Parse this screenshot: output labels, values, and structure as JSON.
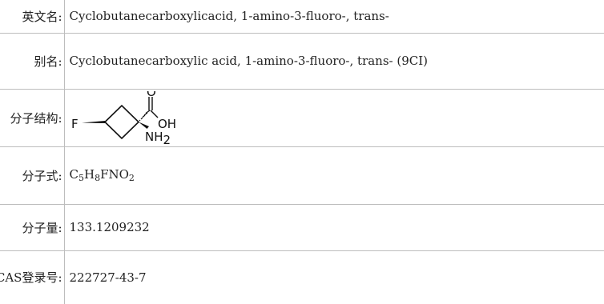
{
  "rows": {
    "english_name": {
      "label": "英文名:",
      "value": "Cyclobutanecarboxylicacid, 1-amino-3-fluoro-, trans-"
    },
    "alias": {
      "label": "别名:",
      "value": "Cyclobutanecarboxylic acid, 1-amino-3-fluoro-, trans- (9CI)"
    },
    "structure": {
      "label": "分子结构:",
      "atoms": {
        "fluorine": "F",
        "oxygen": "O",
        "hydroxyl": "OH",
        "amine": "NH",
        "amine_sub": "2"
      }
    },
    "formula": {
      "label": "分子式:",
      "parts": [
        "C",
        "5",
        "H",
        "8",
        "FNO",
        "2"
      ]
    },
    "weight": {
      "label": "分子量:",
      "value": "133.1209232"
    },
    "cas": {
      "label": "CAS登录号:",
      "value": "222727-43-7"
    }
  }
}
